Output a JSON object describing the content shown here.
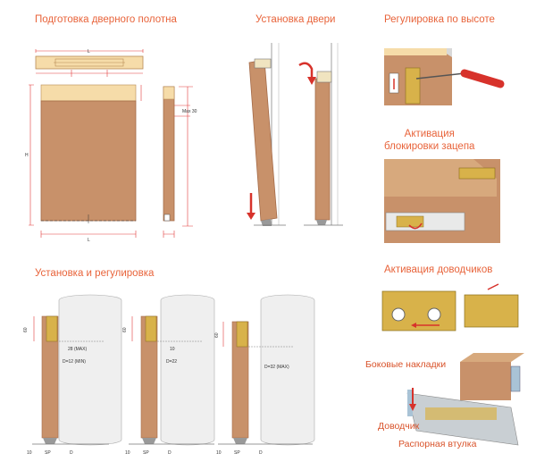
{
  "titles": {
    "door_prep": "Подготовка дверного полотна",
    "door_install": "Установка двери",
    "height_adjust": "Регулировка по высоте",
    "latch_activation": "Активация\nблокировки зацепа",
    "install_adjust": "Установка и регулировка",
    "closer_activation": "Активация доводчиков",
    "side_covers": "Боковые накладки",
    "closer": "Доводчик",
    "spacer_sleeve": "Распорная втулка"
  },
  "dims": {
    "d1_max": "28 (MAX)",
    "d1_min": "D=12 (MIN)",
    "d2_val": "10",
    "d2_d": "D=22",
    "d3_max": "D=32 (MAX)",
    "h60": "60",
    "sp": "SP",
    "d": "D",
    "ten": "10",
    "L": "L",
    "H": "H",
    "max30": "Max 30"
  },
  "colors": {
    "door": "#c8916a",
    "door_edge": "#a56b48",
    "wall": "#efefef",
    "accent": "#e8633a",
    "gold": "#d8b24a",
    "rail": "#c9cfd3"
  }
}
